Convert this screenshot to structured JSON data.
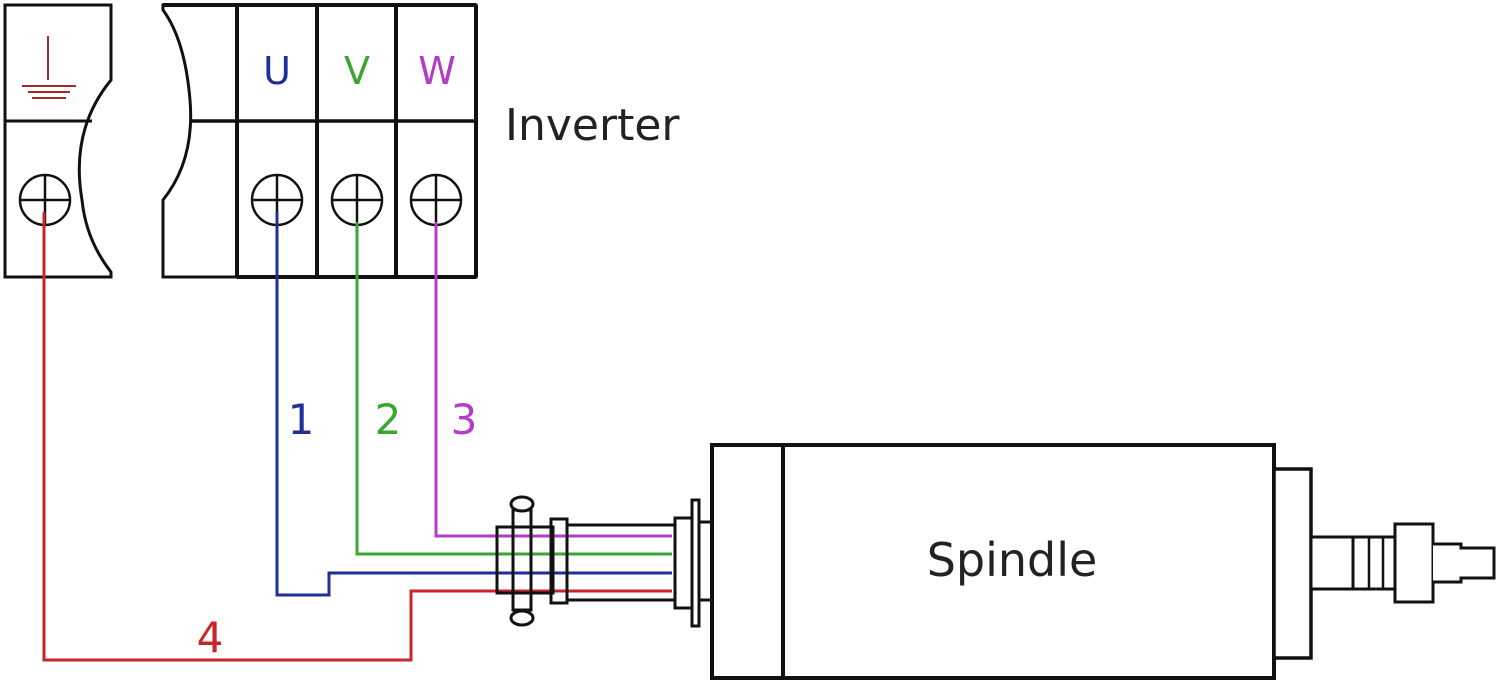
{
  "diagram": {
    "inverter_label": "Inverter",
    "spindle_label": "Spindle",
    "ground_symbol": "ground-icon",
    "terminals": [
      {
        "id": "U",
        "label": "U",
        "color": "#1f2f9a"
      },
      {
        "id": "V",
        "label": "V",
        "color": "#3aa632"
      },
      {
        "id": "W",
        "label": "W",
        "color": "#b43cc8"
      }
    ],
    "ground_color": "#a8282a",
    "wires": [
      {
        "number": "1",
        "from": "U",
        "color": "#1f2f9a"
      },
      {
        "number": "2",
        "from": "V",
        "color": "#3aa632"
      },
      {
        "number": "3",
        "from": "W",
        "color": "#b43cc8"
      },
      {
        "number": "4",
        "from": "Ground",
        "color": "#c8262a"
      }
    ]
  }
}
